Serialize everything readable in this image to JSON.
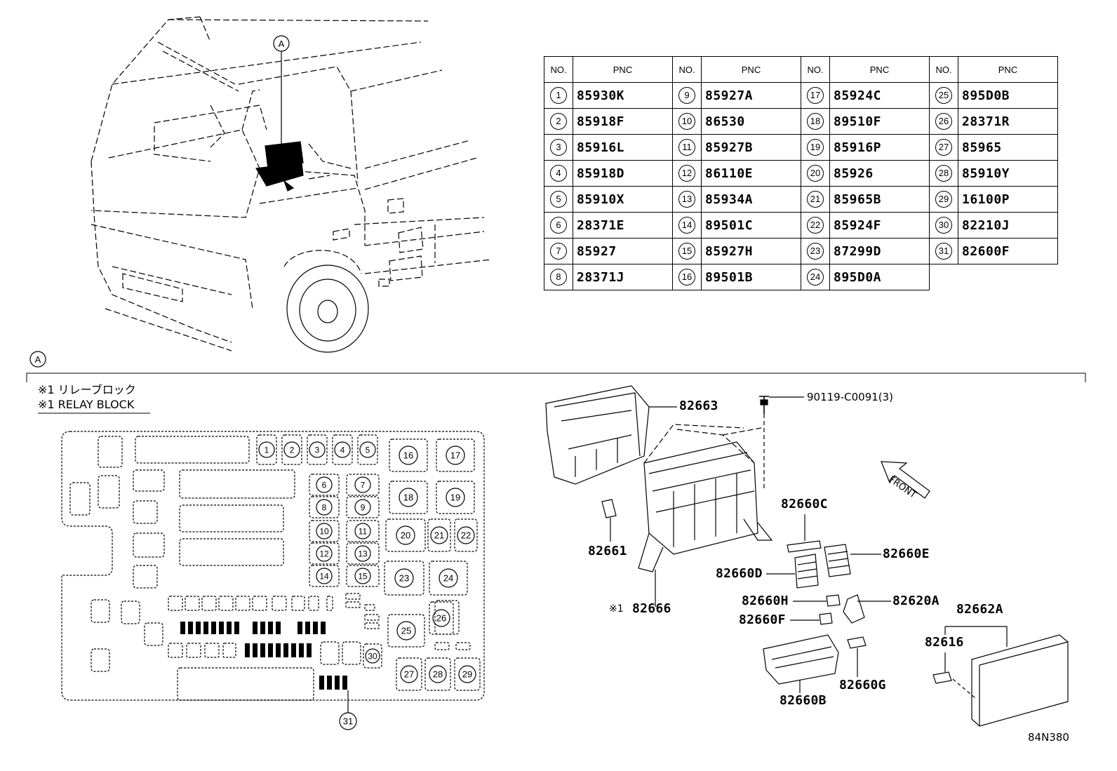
{
  "callout_view_marker": "A",
  "section_marker": "A",
  "table": {
    "headers": {
      "no": "NO.",
      "pnc": "PNC"
    },
    "columns": [
      [
        {
          "no": "1",
          "pnc": "85930K"
        },
        {
          "no": "2",
          "pnc": "85918F"
        },
        {
          "no": "3",
          "pnc": "85916L"
        },
        {
          "no": "4",
          "pnc": "85918D"
        },
        {
          "no": "5",
          "pnc": "85910X"
        },
        {
          "no": "6",
          "pnc": "28371E"
        },
        {
          "no": "7",
          "pnc": "85927"
        },
        {
          "no": "8",
          "pnc": "28371J"
        }
      ],
      [
        {
          "no": "9",
          "pnc": "85927A"
        },
        {
          "no": "10",
          "pnc": "86530"
        },
        {
          "no": "11",
          "pnc": "85927B"
        },
        {
          "no": "12",
          "pnc": "86110E"
        },
        {
          "no": "13",
          "pnc": "85934A"
        },
        {
          "no": "14",
          "pnc": "89501C"
        },
        {
          "no": "15",
          "pnc": "85927H"
        },
        {
          "no": "16",
          "pnc": "89501B"
        }
      ],
      [
        {
          "no": "17",
          "pnc": "85924C"
        },
        {
          "no": "18",
          "pnc": "89510F"
        },
        {
          "no": "19",
          "pnc": "85916P"
        },
        {
          "no": "20",
          "pnc": "85926"
        },
        {
          "no": "21",
          "pnc": "85965B"
        },
        {
          "no": "22",
          "pnc": "85924F"
        },
        {
          "no": "23",
          "pnc": "87299D"
        },
        {
          "no": "24",
          "pnc": "895D0A"
        }
      ],
      [
        {
          "no": "25",
          "pnc": "895D0B"
        },
        {
          "no": "26",
          "pnc": "28371R"
        },
        {
          "no": "27",
          "pnc": "85965"
        },
        {
          "no": "28",
          "pnc": "85910Y"
        },
        {
          "no": "29",
          "pnc": "16100P"
        },
        {
          "no": "30",
          "pnc": "82210J"
        },
        {
          "no": "31",
          "pnc": "82600F"
        }
      ]
    ]
  },
  "relay_block_note": {
    "jp": "※1 リレーブロック",
    "en": "※1 RELAY BLOCK"
  },
  "parts": {
    "p82663": "82663",
    "p90119": "90119-C0091(3)",
    "p82661": "82661",
    "p82666_mark": "※1",
    "p82666": "82666",
    "p82660C": "82660C",
    "p82660E": "82660E",
    "p82660D": "82660D",
    "p82660H": "82660H",
    "p82620A": "82620A",
    "p82660F": "82660F",
    "p82662A": "82662A",
    "p82616": "82616",
    "p82660G": "82660G",
    "p82660B": "82660B"
  },
  "front_label": "FRONT",
  "drawing_code": "84N380",
  "block_slots": [
    "1",
    "2",
    "3",
    "4",
    "5",
    "6",
    "7",
    "8",
    "9",
    "10",
    "11",
    "12",
    "13",
    "14",
    "15",
    "16",
    "17",
    "18",
    "19",
    "20",
    "21",
    "22",
    "23",
    "24",
    "25",
    "26",
    "27",
    "28",
    "29",
    "30",
    "31"
  ]
}
